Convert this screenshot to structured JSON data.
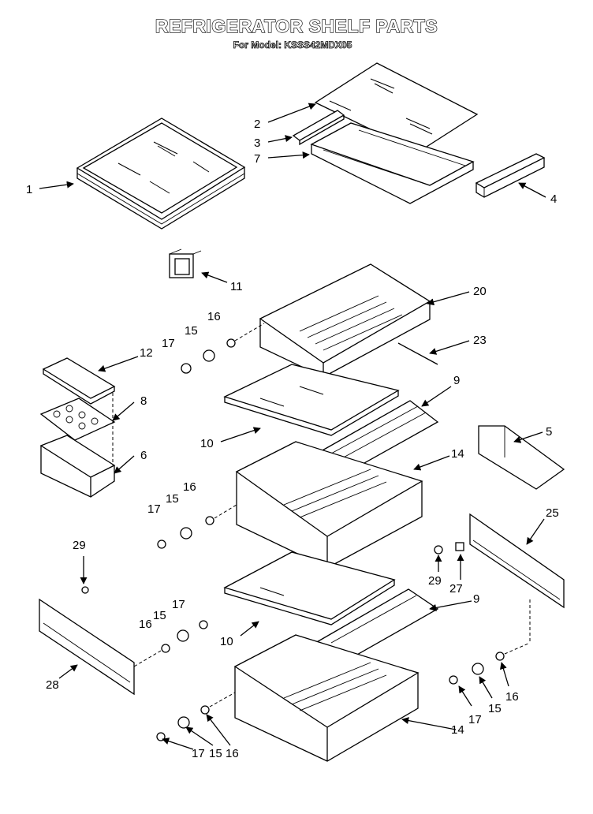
{
  "title": "REFRIGERATOR SHELF PARTS",
  "subtitle": "For Model: KSSS42MDX05",
  "callouts": {
    "c1": "1",
    "c2": "2",
    "c3": "3",
    "c4": "4",
    "c5": "5",
    "c6": "6",
    "c7": "7",
    "c8": "8",
    "c9a": "9",
    "c9b": "9",
    "c10a": "10",
    "c10b": "10",
    "c11": "11",
    "c12": "12",
    "c14a": "14",
    "c14b": "14",
    "c15a": "15",
    "c15b": "15",
    "c15c": "15",
    "c15d": "15",
    "c15e": "15",
    "c16a": "16",
    "c16b": "16",
    "c16c": "16",
    "c16d": "16",
    "c16e": "16",
    "c17a": "17",
    "c17b": "17",
    "c17c": "17",
    "c17d": "17",
    "c17e": "17",
    "c20": "20",
    "c23": "23",
    "c25": "25",
    "c27": "27",
    "c28": "28",
    "c29a": "29",
    "c29b": "29"
  }
}
